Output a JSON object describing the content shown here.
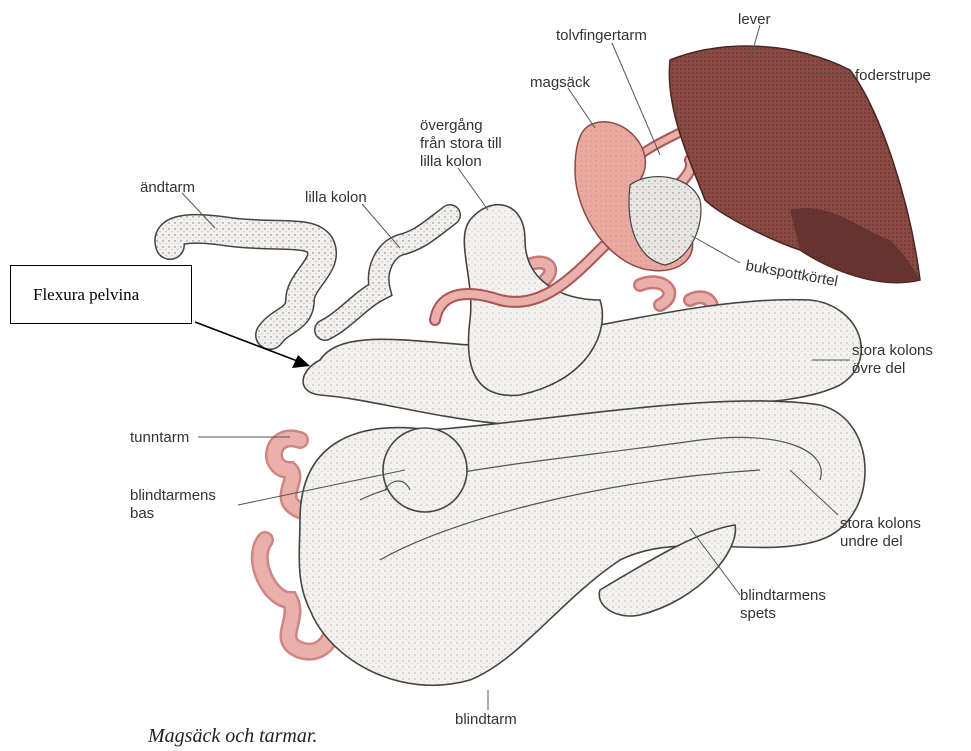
{
  "labels": {
    "lever": "lever",
    "tolvfingertarm": "tolvfingertarm",
    "foderstrupe": "foderstrupe",
    "magsack": "magsäck",
    "overgang": [
      "övergång",
      "från stora till",
      "lilla kolon"
    ],
    "andtarm": "ändtarm",
    "lilla_kolon": "lilla kolon",
    "bukspottkortel": "bukspottkörtel",
    "stora_kolons_ovre": [
      "stora kolons",
      "övre del"
    ],
    "tunntarm": "tunntarm",
    "blindtarmens_bas": [
      "blindtarmens",
      "bas"
    ],
    "stora_kolons_undre": [
      "stora kolons",
      "undre del"
    ],
    "blindtarmens_spets": [
      "blindtarmens",
      "spets"
    ],
    "blindtarm": "blindtarm"
  },
  "callout": "Flexura pelvina",
  "caption": "Magsäck och tarmar.",
  "colors": {
    "liver": "#8a4a44",
    "liver_dark": "#5e2e2a",
    "stomach": "#e9a9a0",
    "small_intestine": "#e39a93",
    "colon": "#f1f0ee",
    "outline": "#444444"
  }
}
